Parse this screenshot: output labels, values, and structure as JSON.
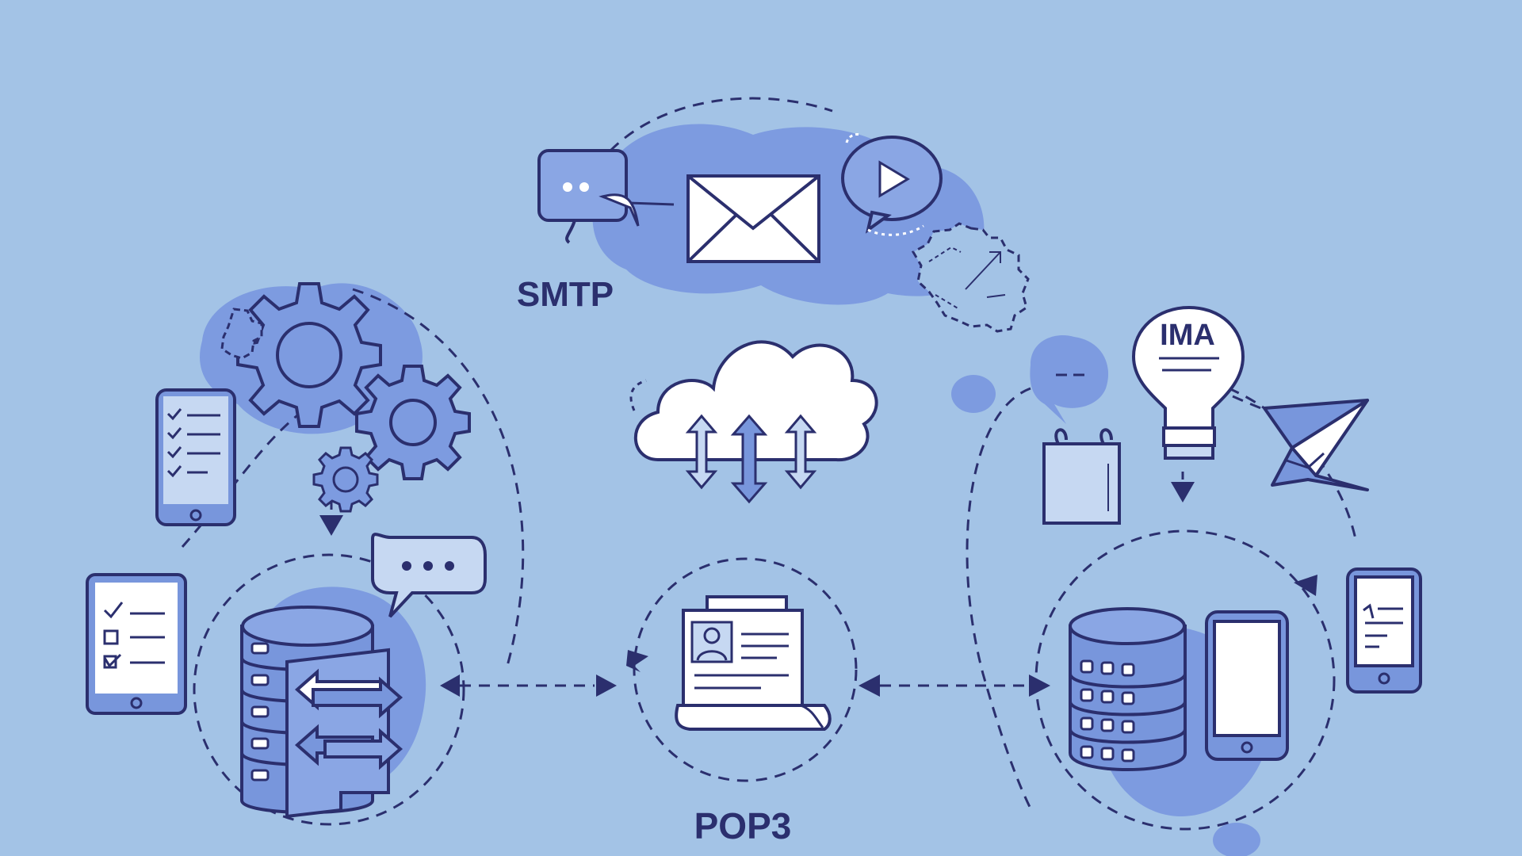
{
  "labels": {
    "smtp": "SMTP",
    "pop3": "POP3",
    "imap_bulb": "IMA"
  },
  "colors": {
    "background": "#a3c3e6",
    "stroke": "#2b2f6e",
    "blob": "#7896dc",
    "blob_light": "#8fa8e0",
    "fill_light": "#c6d8f2",
    "white": "#ffffff",
    "icon_fill": "#8aa6e4"
  }
}
